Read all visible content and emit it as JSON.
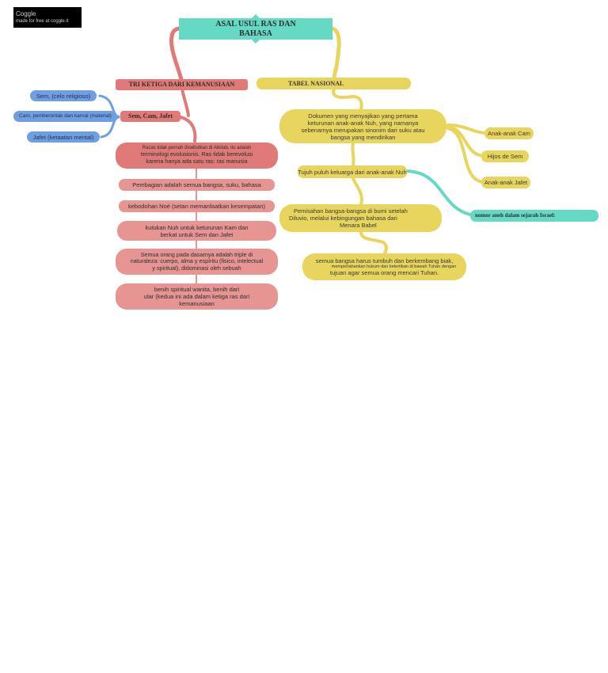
{
  "badge": {
    "brand": "Coggle",
    "tagline": "made for free at coggle.it"
  },
  "root": {
    "line1": "ASAL USUL RAS DAN",
    "line2": "BAHASA"
  },
  "left": {
    "title": "TRI KETIGA DARI KEMANUSIAAN",
    "sub": "Sem, Cam, Jafet",
    "blue_items": [
      "Sem, (celo religioso)",
      "Cam, pemberontak dan karnal (material)",
      "Jafet (ketaatan mental)"
    ],
    "n1": {
      "l1": "Razas tidak pernah disebutkan di Alkitab, itu adalah",
      "l2": "terminologi evolusionis. Ras tidak berevolusi",
      "l3": "karena hanya ada satu ras: ras manusia"
    },
    "n2": "Pembagian adalah semua bangsa, suku, bahasa",
    "n3": "kebodohan Noé (setan memanfaatkan kesempatan)",
    "n4": {
      "l1": "kutukan Nuh untuk keturunan Kam dan",
      "l2": "berkat untuk Sem dan Jafet"
    },
    "n5": {
      "l1": "Semua orang pada dasarnya adalah triple di",
      "l2": "naturaleza: cuerpo, alma y espíritu (fisico, intelectual",
      "l3": "y spiritual), didominasi oleh sebuah"
    },
    "n6": {
      "l1": "benih spiritual wanita, benih dari",
      "l2": "ular (kedua ini ada dalam ketiga ras dari",
      "l3": "kemanusiaan"
    }
  },
  "right": {
    "title": "TABEL NASIONAL",
    "doc": {
      "l1": "Dokumen yang menyajikan yang pertama",
      "l2": "keturunan anak-anak Nuh, yang namanya",
      "l3": "sebenarnya merupakan sinonim dari suku atau",
      "l4": "bangsa yang mendirikan"
    },
    "children": [
      "Anak-anak Cam",
      "Hijos de Sem",
      "Anak-anak Jafet"
    ],
    "seventy": "Tujuh puluh keluarga dari anak-anak Nuh",
    "teal_label": "nomor aneh dalam sejarah Israel:",
    "sep": {
      "l1": "Pemisahan bangsa-bangsa di bumi setelah",
      "l2": "Diluvio, melalui kebingungan bahasa dari",
      "l3": "Menara Babel"
    },
    "grow": {
      "l1": "semua bangsa harus tumbuh dan berkembang biak,",
      "l2": "mempertahankan hukum dan ketertiban di bawah Tuhan dengan",
      "l3": "tujuan agar semua orang mencari Tuhan."
    }
  },
  "colors": {
    "teal": "#66d9c4",
    "red": "#e07a78",
    "pink": "#e69593",
    "yellow": "#e8d55e",
    "blue": "#6f9fe2"
  }
}
